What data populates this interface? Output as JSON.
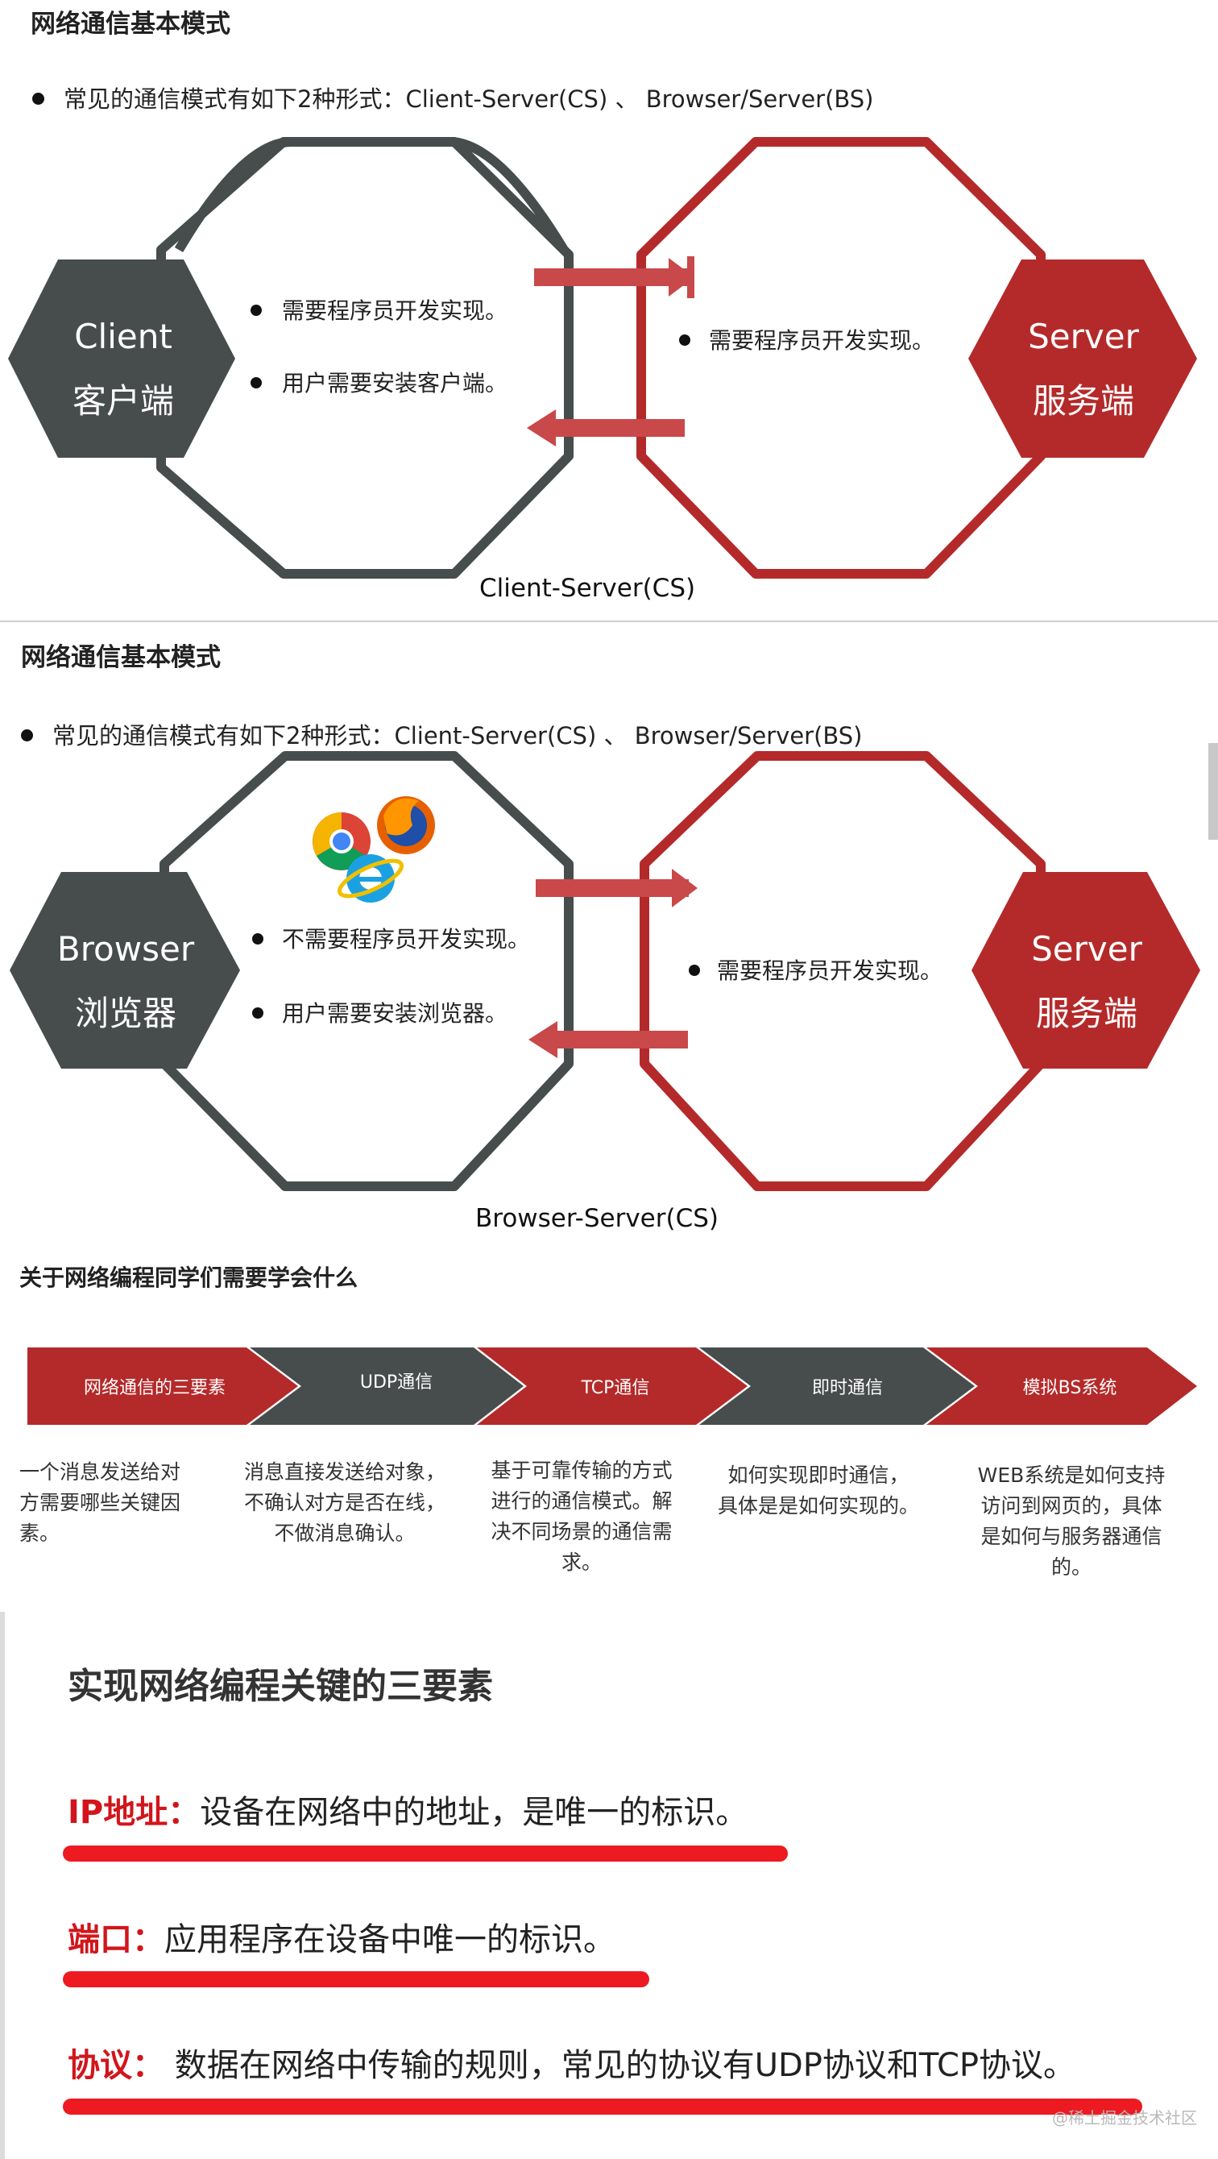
{
  "cs_section": {
    "title": "网络通信基本模式",
    "intro": "常见的通信模式有如下2种形式：Client-Server(CS) 、 Browser/Server(BS)",
    "client_name": "Client",
    "client_sub": "客户端",
    "client_points": [
      "需要程序员开发实现。",
      "用户需要安装客户端。"
    ],
    "server_points": [
      "需要程序员开发实现。"
    ],
    "server_name": "Server",
    "server_sub": "服务端",
    "caption": "Client-Server(CS)"
  },
  "bs_section": {
    "title": "网络通信基本模式",
    "intro": "常见的通信模式有如下2种形式：Client-Server(CS) 、 Browser/Server(BS)",
    "client_name": "Browser",
    "client_sub": "浏览器",
    "client_points": [
      "不需要程序员开发实现。",
      "用户需要安装浏览器。"
    ],
    "server_points": [
      "需要程序员开发实现。"
    ],
    "server_name": "Server",
    "server_sub": "服务端",
    "caption": "Browser-Server(CS)",
    "browser_icons": [
      "chrome-icon",
      "firefox-icon",
      "internet-explorer-icon"
    ]
  },
  "learn_section": {
    "title": "关于网络编程同学们需要学会什么",
    "steps": [
      {
        "label": "网络通信的三要素",
        "color": "#b42a2a",
        "desc": [
          "一个消息发送给对",
          "方需要哪些关键因",
          "素。"
        ]
      },
      {
        "label": "UDP通信",
        "color": "#474c4c",
        "desc": [
          "消息直接发送给对象，",
          "不确认对方是否在线，",
          "不做消息确认。"
        ]
      },
      {
        "label": "TCP通信",
        "color": "#b42a2a",
        "desc": [
          "基于可靠传输的方式",
          "进行的通信模式。解",
          "决不同场景的通信需",
          "求。"
        ]
      },
      {
        "label": "即时通信",
        "color": "#474c4c",
        "desc": [
          "如何实现即时通信，",
          "具体是是如何实现的。"
        ]
      },
      {
        "label": "模拟BS系统",
        "color": "#b42a2a",
        "desc": [
          "WEB系统是如何支持",
          "访问到网页的，具体",
          "是如何与服务器通信",
          "的。"
        ]
      }
    ]
  },
  "elements_section": {
    "title": "实现网络编程关键的三要素",
    "items": [
      {
        "label": "IP地址：",
        "text": "设备在网络中的地址，是唯一的标识。"
      },
      {
        "label": "端口：",
        "text": "应用程序在设备中唯一的标识。"
      },
      {
        "label": "协议：",
        "text": "  数据在网络中传输的规则，常见的协议有UDP协议和TCP协议。"
      }
    ],
    "watermark": "@稀土掘金技术社区"
  },
  "colors": {
    "dark_gray": "#474c4c",
    "brand_red": "#b42a2a",
    "arrow_red": "#c9484a",
    "highlight_red": "#ee1a22"
  }
}
